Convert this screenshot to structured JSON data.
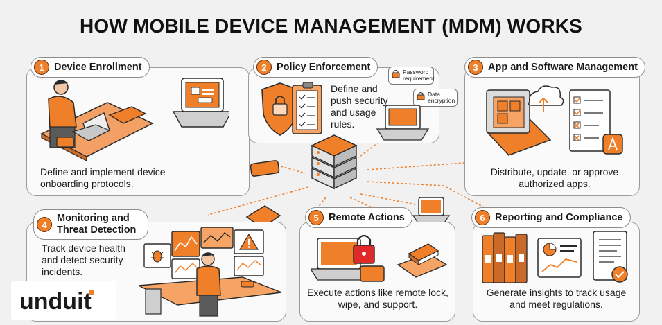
{
  "title": "HOW MOBILE DEVICE MANAGEMENT (MDM) WORKS",
  "colors": {
    "accent": "#f07f2a",
    "outline": "#2a2a2a",
    "card_bg": "#fafafa",
    "page_bg": "#f1f1f1"
  },
  "steps": [
    {
      "number": "1",
      "title": "Device Enrollment",
      "description": "Define and implement device onboarding protocols."
    },
    {
      "number": "2",
      "title": "Policy Enforcement",
      "description": "Define and push security and usage rules."
    },
    {
      "number": "3",
      "title": "App and Software Management",
      "description": "Distribute, update, or approve authorized apps."
    },
    {
      "number": "4",
      "title": "Monitoring and Threat Detection",
      "description": "Track device health and detect security incidents."
    },
    {
      "number": "5",
      "title": "Remote Actions",
      "description": "Execute actions like remote lock, wipe, and support."
    },
    {
      "number": "6",
      "title": "Reporting and Compliance",
      "description": "Generate insights to track usage and meet regulations."
    }
  ],
  "policy_tags": [
    "Password requirement",
    "Data encryption"
  ],
  "logo": {
    "text": "unduit"
  },
  "icons": [
    "server-icon",
    "laptop-icon",
    "tablet-icon",
    "phone-icon",
    "shield-lock-icon",
    "checklist-icon",
    "cloud-upload-icon",
    "app-store-icon",
    "bug-icon",
    "warning-icon",
    "padlock-icon",
    "eraser-icon",
    "binder-icon",
    "bar-chart-icon",
    "report-icon",
    "check-badge-icon"
  ]
}
